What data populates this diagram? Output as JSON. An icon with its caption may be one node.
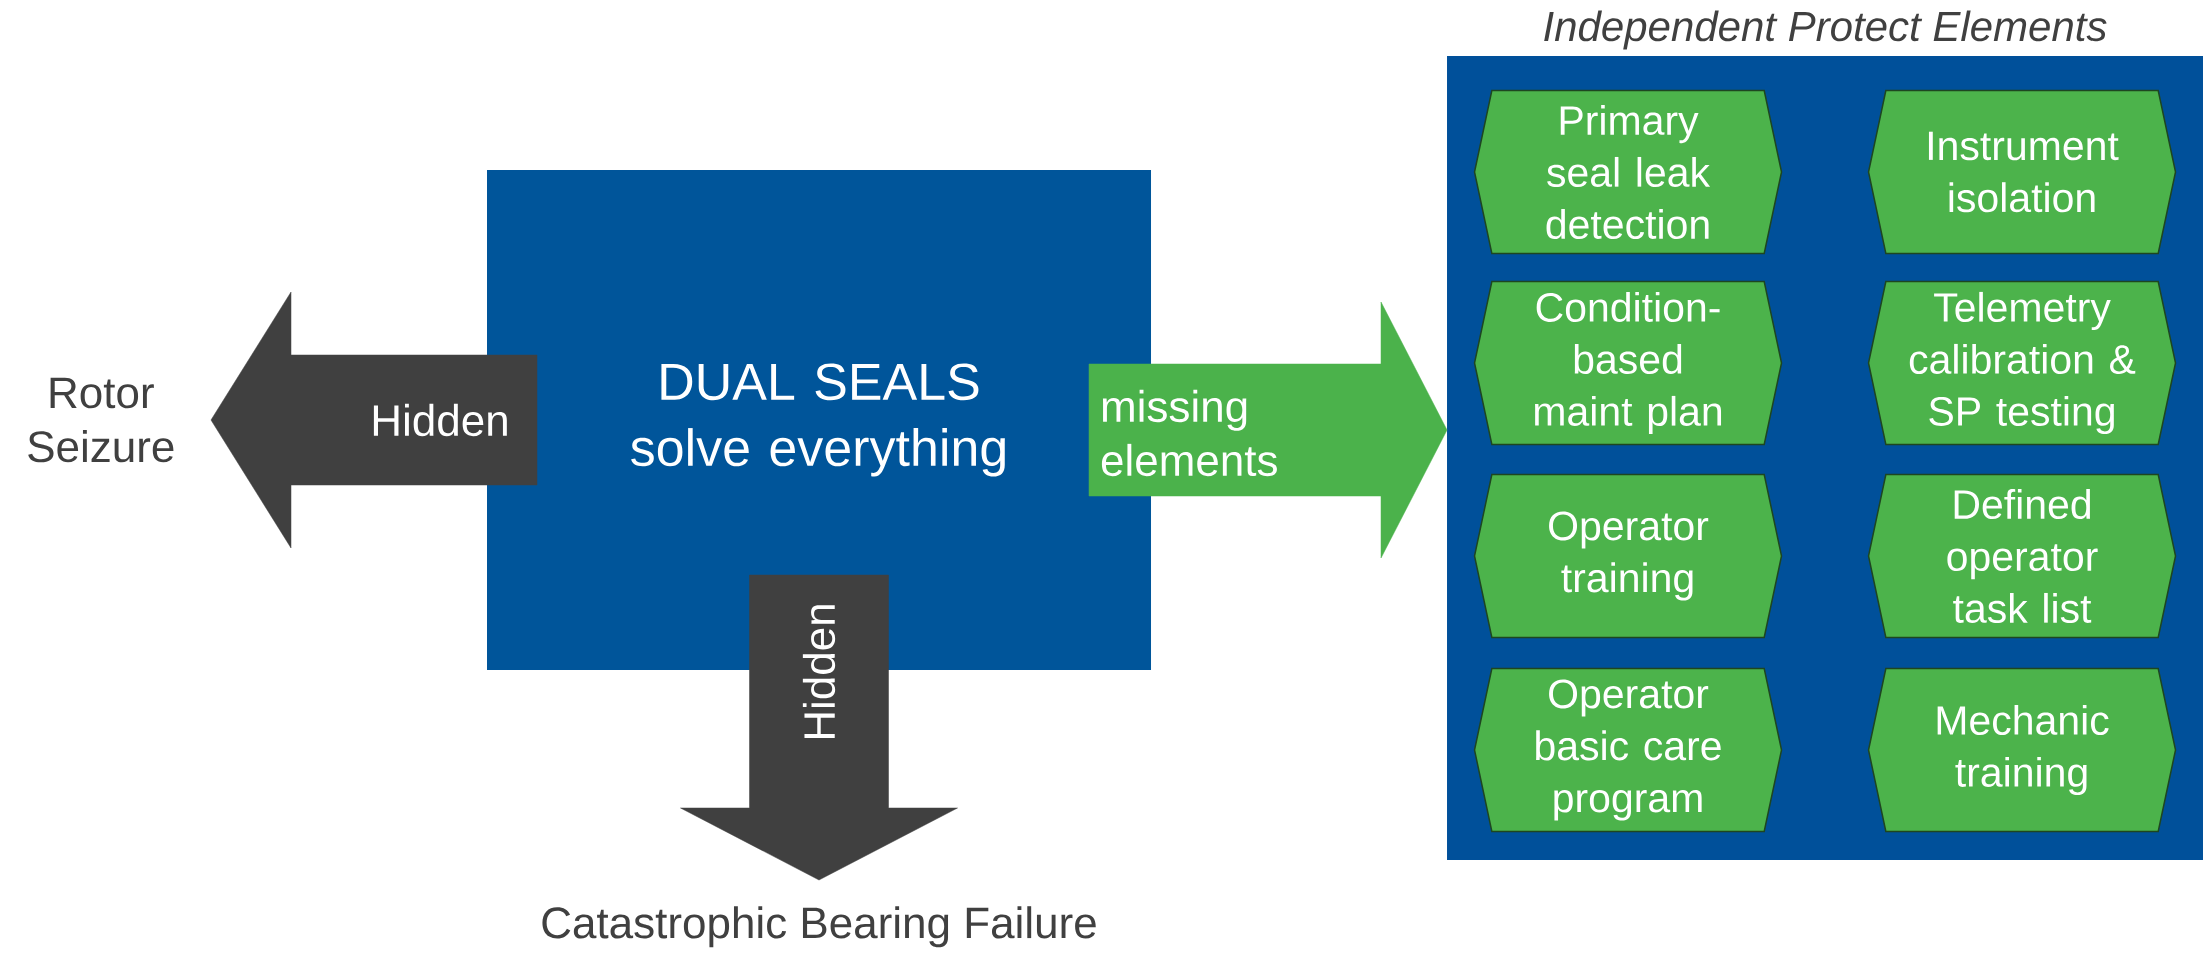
{
  "diagram": {
    "nodes": [
      {
        "text": [
          "DUAL SEALS solve everything"
        ]
      },
      {
        "text": [
          "Rotor Seizure"
        ]
      },
      {
        "text": [
          "Catastrophic Bearing Failure"
        ]
      },
      {
        "text": [
          "Independent Protect Elements"
        ]
      },
      {
        "text": [
          "Primary seal leak detection"
        ],
        "in": 3
      },
      {
        "text": [
          "Instrument isolation"
        ],
        "in": 3
      },
      {
        "text": [
          "Condition-based maint plan"
        ],
        "in": 3
      },
      {
        "text": [
          "Telemetry calibration & SP testing"
        ],
        "in": 3
      },
      {
        "text": [
          "Operator training"
        ],
        "in": 3
      },
      {
        "text": [
          "Defined operator task list"
        ],
        "in": 3
      },
      {
        "text": [
          "Operator basic care program"
        ],
        "in": 3
      },
      {
        "text": [
          "Mechanic training"
        ],
        "in": 3
      }
    ],
    "edges": [
      {
        "from": 0,
        "to": 1,
        "arrow": "to",
        "label": "Hidden"
      },
      {
        "from": 0,
        "to": 2,
        "arrow": "to",
        "label": "Hidden"
      },
      {
        "from": 0,
        "to": 3,
        "arrow": "to",
        "label": "missing elements",
        "color": "#4bb24b"
      }
    ]
  }
}
